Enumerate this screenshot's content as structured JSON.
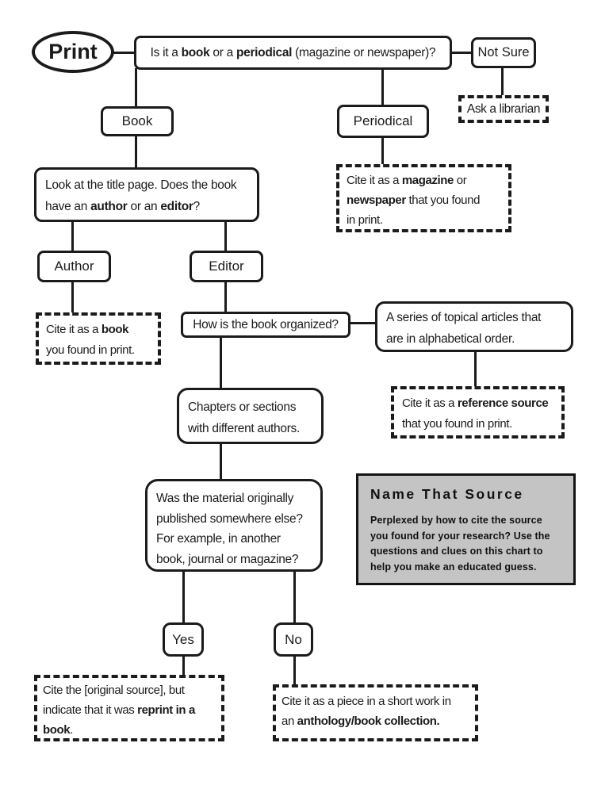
{
  "colors": {
    "ink": "#1b1b1b",
    "panel_bg": "#c4c4c4",
    "page_bg": "#ffffff"
  },
  "flowchart": {
    "start": {
      "label": "Print"
    },
    "q_type": {
      "line": [
        {
          "t": "Is it a "
        },
        {
          "t": "book",
          "b": true
        },
        {
          "t": " or a "
        },
        {
          "t": "periodical",
          "b": true
        },
        {
          "t": " (magazine or newspaper)?"
        }
      ]
    },
    "not_sure": {
      "label": "Not Sure"
    },
    "ask_librarian": {
      "label": "Ask a librarian"
    },
    "book": {
      "label": "Book"
    },
    "periodical": {
      "label": "Periodical"
    },
    "q_title_page": {
      "lines": [
        [
          {
            "t": "Look at the title page. Does the book"
          }
        ],
        [
          {
            "t": "have an "
          },
          {
            "t": "author",
            "b": true
          },
          {
            "t": " or an "
          },
          {
            "t": "editor",
            "b": true
          },
          {
            "t": "?"
          }
        ]
      ]
    },
    "note_magazine": {
      "lines": [
        [
          {
            "t": "Cite it as a "
          },
          {
            "t": "magazine",
            "b": true
          },
          {
            "t": " or"
          }
        ],
        [
          {
            "t": "newspaper",
            "b": true
          },
          {
            "t": " that you found"
          }
        ],
        [
          {
            "t": "in print."
          }
        ]
      ]
    },
    "author": {
      "label": "Author"
    },
    "editor": {
      "label": "Editor"
    },
    "note_book": {
      "lines": [
        [
          {
            "t": "Cite it as a "
          },
          {
            "t": "book",
            "b": true
          }
        ],
        [
          {
            "t": "you found in print."
          }
        ]
      ]
    },
    "q_organized": {
      "line": [
        {
          "t": "How is the book organized?"
        }
      ]
    },
    "series": {
      "lines": [
        [
          {
            "t": "A series of topical articles that"
          }
        ],
        [
          {
            "t": "are in alphabetical order."
          }
        ]
      ]
    },
    "chapters": {
      "lines": [
        [
          {
            "t": "Chapters or sections"
          }
        ],
        [
          {
            "t": "with different authors."
          }
        ]
      ]
    },
    "note_reference": {
      "lines": [
        [
          {
            "t": "Cite it as a "
          },
          {
            "t": "reference source",
            "b": true
          }
        ],
        [
          {
            "t": "that you found in print."
          }
        ]
      ]
    },
    "q_reprinted": {
      "lines": [
        [
          {
            "t": "Was the material originally"
          }
        ],
        [
          {
            "t": "published somewhere else?"
          }
        ],
        [
          {
            "t": "For example, in another"
          }
        ],
        [
          {
            "t": "book, journal or magazine?"
          }
        ]
      ]
    },
    "yes": {
      "label": "Yes"
    },
    "no": {
      "label": "No"
    },
    "note_reprint": {
      "lines": [
        [
          {
            "t": "Cite the [original source], but"
          }
        ],
        [
          {
            "t": "indicate that it was "
          },
          {
            "t": "reprint in a",
            "b": true
          }
        ],
        [
          {
            "t": "book",
            "b": true
          },
          {
            "t": "."
          }
        ]
      ]
    },
    "note_anthology": {
      "lines": [
        [
          {
            "t": "Cite it as a piece in a short work in"
          }
        ],
        [
          {
            "t": "an "
          },
          {
            "t": "anthology/book collection.",
            "b": true
          }
        ]
      ]
    }
  },
  "info_panel": {
    "title": "Name That Source",
    "body": "Perplexed by how to cite the source you found for your research? Use the questions and clues on this chart to help you make an educated guess."
  }
}
